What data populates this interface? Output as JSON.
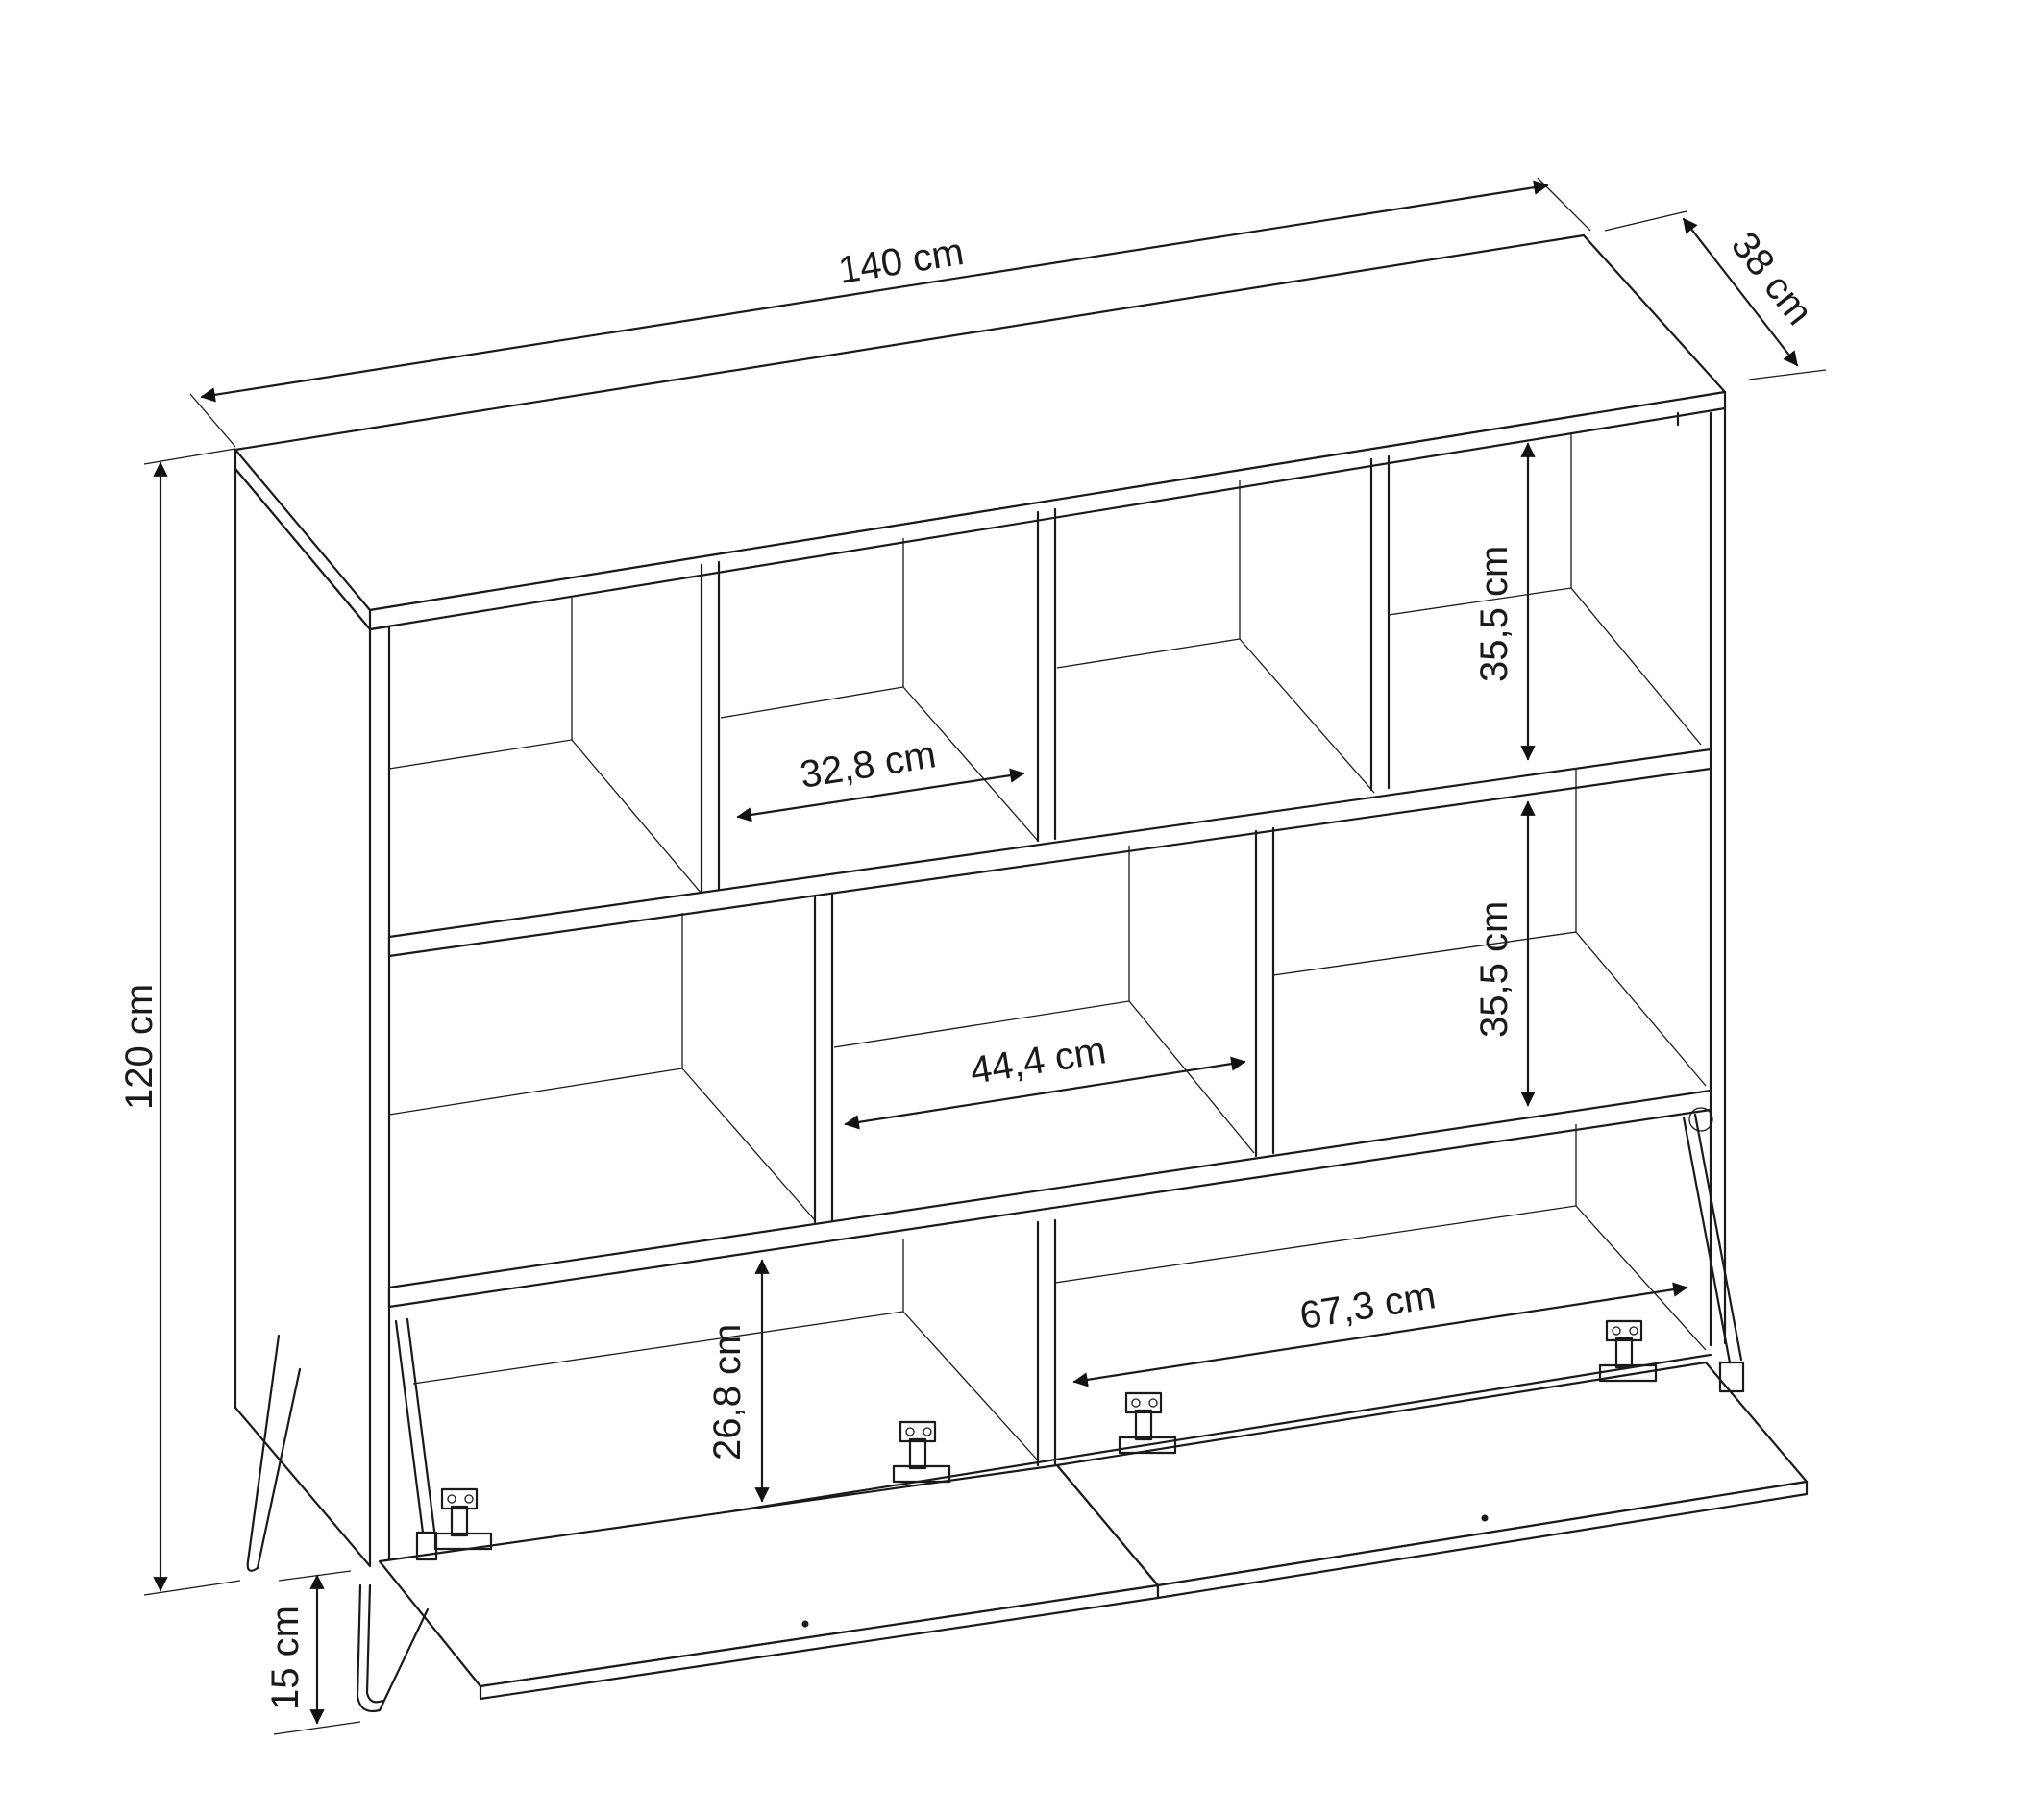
{
  "dimensions": {
    "width": "140 cm",
    "depth": "38 cm",
    "height": "120 cm",
    "leg_height": "15 cm",
    "upper_compartment_width": "32,8 cm",
    "upper_compartment_height": "35,5 cm",
    "middle_compartment_width": "44,4 cm",
    "middle_compartment_height": "35,5 cm",
    "bottom_compartment_height": "26,8 cm",
    "bottom_compartment_width": "67,3 cm"
  },
  "colors": {
    "line": "#1a1a1a",
    "background": "#ffffff"
  }
}
